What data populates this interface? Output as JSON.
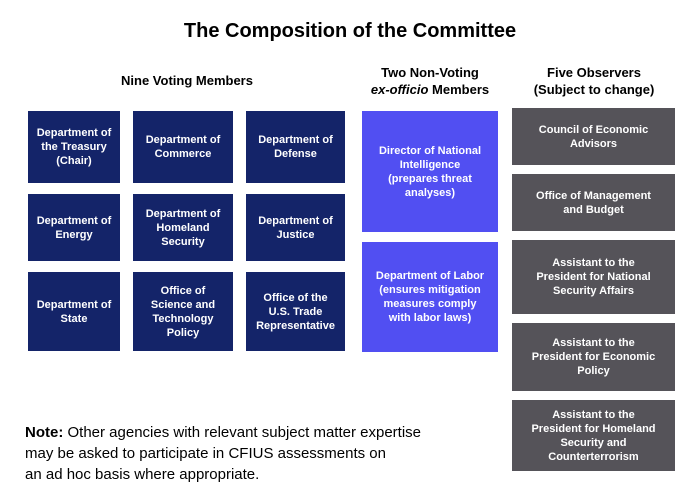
{
  "title": "The Composition of the Committee",
  "colors": {
    "voting_box": "#142469",
    "ex_officio_box": "#514ff2",
    "observer_box": "#555359",
    "box_text": "#ffffff"
  },
  "columns": {
    "voting": {
      "header": "Nine Voting Members",
      "members": [
        {
          "label": "Department of\nthe Treasury\n(Chair)"
        },
        {
          "label": "Department of\nCommerce"
        },
        {
          "label": "Department of\nDefense"
        },
        {
          "label": "Department of\nEnergy"
        },
        {
          "label": "Department of\nHomeland\nSecurity"
        },
        {
          "label": "Department of\nJustice"
        },
        {
          "label": "Department of\nState"
        },
        {
          "label": "Office of\nScience and\nTechnology\nPolicy"
        },
        {
          "label": "Office of the\nU.S. Trade\nRepresentative"
        }
      ]
    },
    "ex_officio": {
      "header_line1": "Two Non-Voting",
      "header_line2_italic": "ex-officio",
      "header_line2_rest": " Members",
      "members": [
        {
          "label": "Director of National\nIntelligence\n(prepares threat\nanalyses)"
        },
        {
          "label": "Department of Labor\n(ensures mitigation\nmeasures comply\nwith labor laws)"
        }
      ]
    },
    "observers": {
      "header_line1": "Five Observers",
      "header_line2": "(Subject to change)",
      "members": [
        {
          "label": "Council of Economic\nAdvisors"
        },
        {
          "label": "Office of Management\nand Budget"
        },
        {
          "label": "Assistant to the\nPresident for National\nSecurity Affairs"
        },
        {
          "label": "Assistant to the\nPresident for Economic\nPolicy"
        },
        {
          "label": "Assistant to the\nPresident for Homeland\nSecurity and\nCounterterrorism"
        }
      ]
    }
  },
  "note": {
    "prefix": "Note:",
    "text": " Other agencies with relevant subject matter expertise\nmay be asked to participate in CFIUS assessments on\nan ad hoc basis where appropriate."
  }
}
